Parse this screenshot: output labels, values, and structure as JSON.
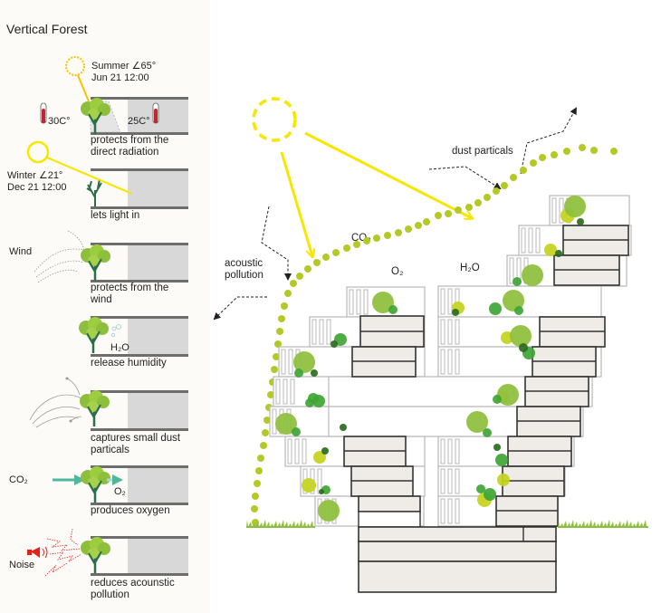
{
  "title": "Vertical Forest",
  "colors": {
    "sun": "#f7e600",
    "sun_left": "#f5c400",
    "dots": "#b5c926",
    "leaf_light": "#8dbf3c",
    "leaf_yellow": "#c4d21c",
    "leaf_mid": "#3fa535",
    "leaf_dark": "#2a6b1c",
    "slab": "#6d6d6d",
    "room": "#d8d8d8",
    "building_fill": "#efebe7",
    "grass": "#8dbf3c",
    "noise": "#e2231a",
    "co2_arrow": "#4fb89a",
    "thermo": "#c1272d"
  },
  "left_panels": [
    {
      "id": "summer",
      "heading_line1": "Summer ∠65°",
      "heading_line2": "Jun 21 12:00",
      "temp_outside": "30C°",
      "temp_inside": "25C°",
      "caption_line1": "protects from the",
      "caption_line2": "direct radiation"
    },
    {
      "id": "winter",
      "heading_line1": "Winter ∠21°",
      "heading_line2": "Dec 21 12:00",
      "caption_line1": "lets light in",
      "caption_line2": ""
    },
    {
      "id": "wind",
      "side_label": "Wind",
      "caption_line1": "protects from the",
      "caption_line2": "wind"
    },
    {
      "id": "humidity",
      "inner_label": "H₂O",
      "caption_line1": "release humidity",
      "caption_line2": ""
    },
    {
      "id": "dust",
      "caption_line1": "captures small dust",
      "caption_line2": "particals"
    },
    {
      "id": "oxygen",
      "side_label": "CO₂",
      "inner_label": "O₂",
      "caption_line1": "produces oxygen",
      "caption_line2": ""
    },
    {
      "id": "noise",
      "side_label": "Noise",
      "caption_line1": "reduces acounstic",
      "caption_line2": "pollution"
    }
  ],
  "main_diagram": {
    "labels": {
      "dust": "dust particals",
      "co2": "CO₂",
      "acoustic_line1": "acoustic",
      "acoustic_line2": "pollution",
      "o2": "O₂",
      "h2o": "H₂O"
    }
  }
}
